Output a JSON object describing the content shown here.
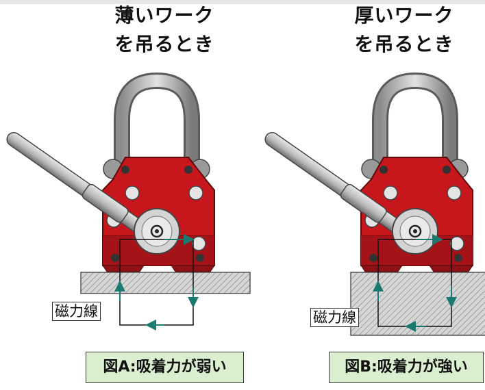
{
  "figure_a": {
    "title_line1": "薄いワーク",
    "title_line2": "を吊るとき",
    "flux_label": "磁力線",
    "caption": "図A:吸着力が弱い"
  },
  "figure_b": {
    "title_line1": "厚いワーク",
    "title_line2": "を吊るとき",
    "flux_label": "磁力線",
    "caption": "図B:吸着力が強い"
  },
  "colors": {
    "magnet_body": "#c8161d",
    "flux_line": "#1a7a70",
    "caption_bg": "#d9efcf",
    "workpiece": "#d6d6d6"
  }
}
